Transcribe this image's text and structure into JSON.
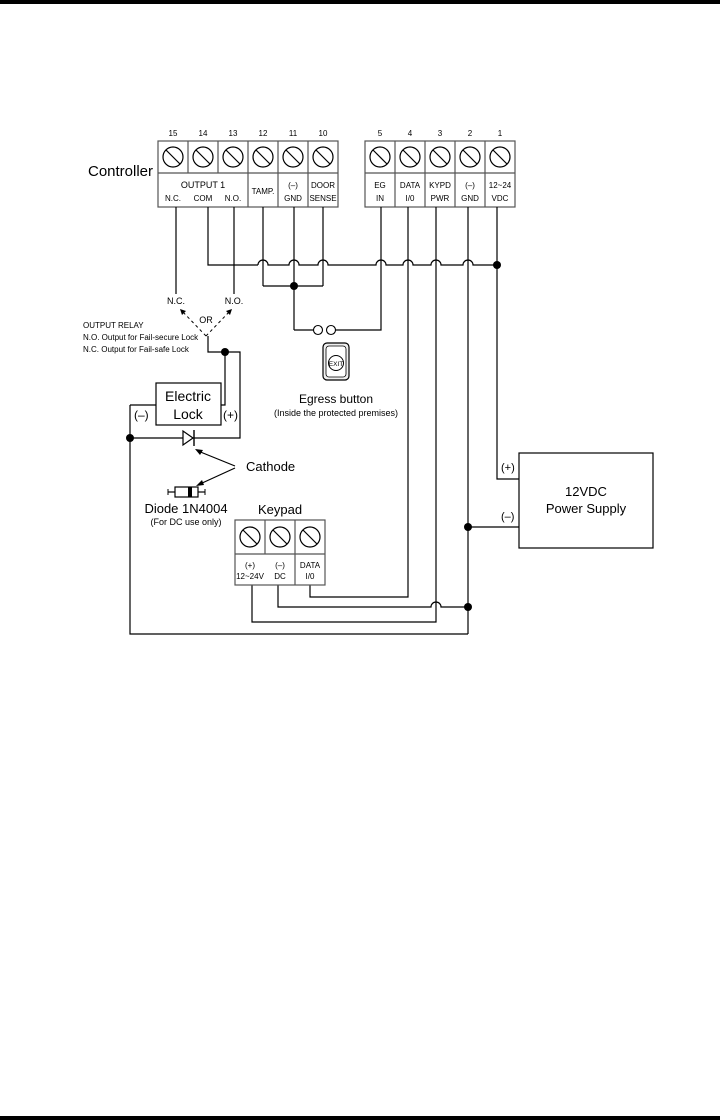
{
  "controller": {
    "title": "Controller",
    "block1": [
      {
        "num": "15",
        "line1": "",
        "line2": "N.C."
      },
      {
        "num": "14",
        "line1": "",
        "line2": "COM"
      },
      {
        "num": "13",
        "line1": "",
        "line2": "N.O."
      },
      {
        "num": "12",
        "line1": "TAMP.",
        "line2": ""
      },
      {
        "num": "11",
        "line1": "(–)",
        "line2": "GND"
      },
      {
        "num": "10",
        "line1": "DOOR",
        "line2": "SENSE"
      }
    ],
    "output_group_label": "OUTPUT 1",
    "block2": [
      {
        "num": "5",
        "line1": "EG",
        "line2": "IN"
      },
      {
        "num": "4",
        "line1": "DATA",
        "line2": "I/0"
      },
      {
        "num": "3",
        "line1": "KYPD",
        "line2": "PWR"
      },
      {
        "num": "2",
        "line1": "(–)",
        "line2": "GND"
      },
      {
        "num": "1",
        "line1": "12~24",
        "line2": "VDC"
      }
    ]
  },
  "relay": {
    "nc_label": "N.C.",
    "no_label": "N.O.",
    "or_label": "OR",
    "note_lines": [
      "OUTPUT RELAY",
      "N.O. Output for Fail-secure Lock",
      "N.C. Output for Fail-safe Lock"
    ]
  },
  "lock": {
    "title_line1": "Electric",
    "title_line2": "Lock",
    "minus": "(–)",
    "plus": "(+)"
  },
  "egress": {
    "icon_text": "EXIT",
    "title": "Egress button",
    "subtitle": "(Inside the protected premises)"
  },
  "diode": {
    "cathode_label": "Cathode",
    "title": "Diode 1N4004",
    "subtitle": "(For DC use only)"
  },
  "keypad": {
    "title": "Keypad",
    "terminals": [
      {
        "line1": "(+)",
        "line2": "12~24V"
      },
      {
        "line1": "(–)",
        "line2": "DC"
      },
      {
        "line1": "DATA",
        "line2": "I/0"
      }
    ]
  },
  "power_supply": {
    "line1": "12VDC",
    "line2": "Power Supply",
    "plus": "(+)",
    "minus": "(–)"
  }
}
